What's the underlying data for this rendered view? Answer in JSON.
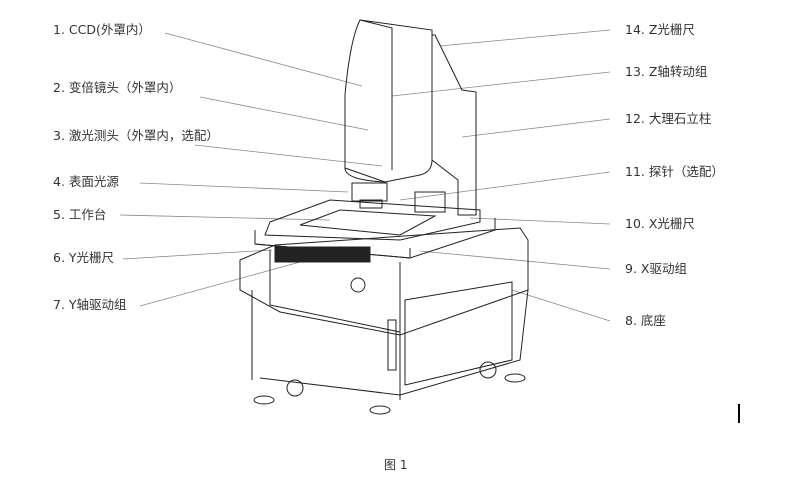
{
  "figure": {
    "caption": "图 1",
    "left_labels": [
      "1. CCD(外罩内）",
      "2. 变倍镜头（外罩内）",
      "3. 激光测头（外罩内，选配）",
      "4. 表面光源",
      "5. 工作台",
      "6. Y光栅尺",
      "7. Y轴驱动组"
    ],
    "right_labels": [
      "14. Z光栅尺",
      "13. Z轴转动组",
      "12. 大理石立柱",
      "11. 探针（选配）",
      "10. X光栅尺",
      "9. X驱动组",
      "8. 底座"
    ]
  }
}
